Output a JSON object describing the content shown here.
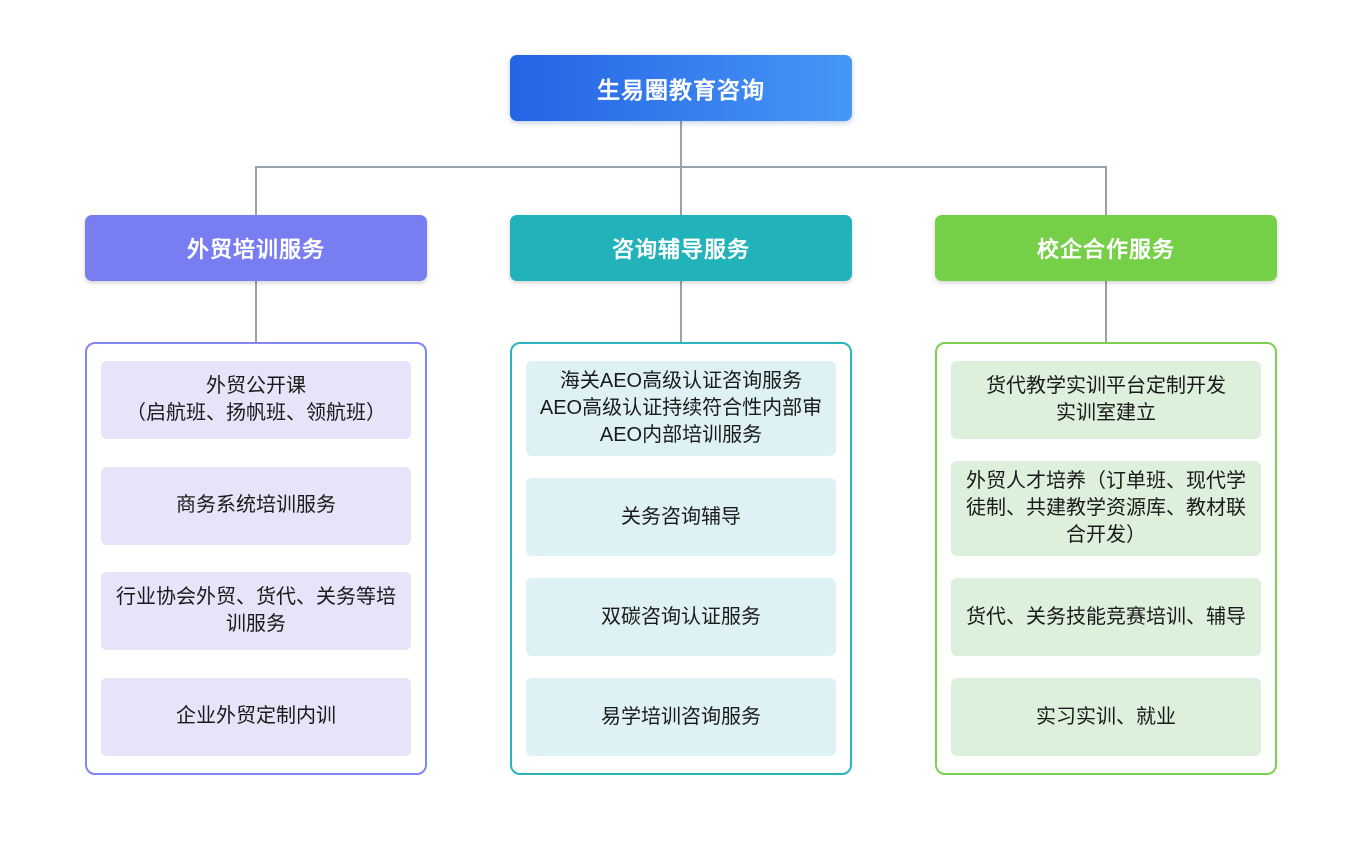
{
  "root": {
    "label": "生易圈教育咨询"
  },
  "branches": [
    {
      "label": "外贸培训服务",
      "items": [
        "外贸公开课\n（启航班、扬帆班、领航班）",
        "商务系统培训服务",
        "行业协会外贸、货代、关务等培训服务",
        "企业外贸定制内训"
      ]
    },
    {
      "label": "咨询辅导服务",
      "items": [
        "海关AEO高级认证咨询服务\nAEO高级认证持续符合性内部审\nAEO内部培训服务",
        "关务咨询辅导",
        "双碳咨询认证服务",
        "易学培训咨询服务"
      ]
    },
    {
      "label": "校企合作服务",
      "items": [
        "货代教学实训平台定制开发\n实训室建立",
        "外贸人才培养（订单班、现代学徒制、共建教学资源库、教材联合开发）",
        "货代、关务技能竞赛培训、辅导",
        "实习实训、就业"
      ]
    }
  ],
  "palette": {
    "root_gradient_left": "#2563e6",
    "root_gradient_right": "#4697f5",
    "branch_header_colors": [
      "#787df2",
      "#22b3ba",
      "#75cf47"
    ],
    "branch_border_colors": [
      "#8186f0",
      "#2ab5bc",
      "#7bd14f"
    ],
    "item_background_colors": [
      "#e6e4f8",
      "#def2f5",
      "#dcf0dc"
    ],
    "connector_color": "#9aa2ae",
    "item_text_color": "#1a1a1a",
    "header_text_color": "#ffffff"
  }
}
